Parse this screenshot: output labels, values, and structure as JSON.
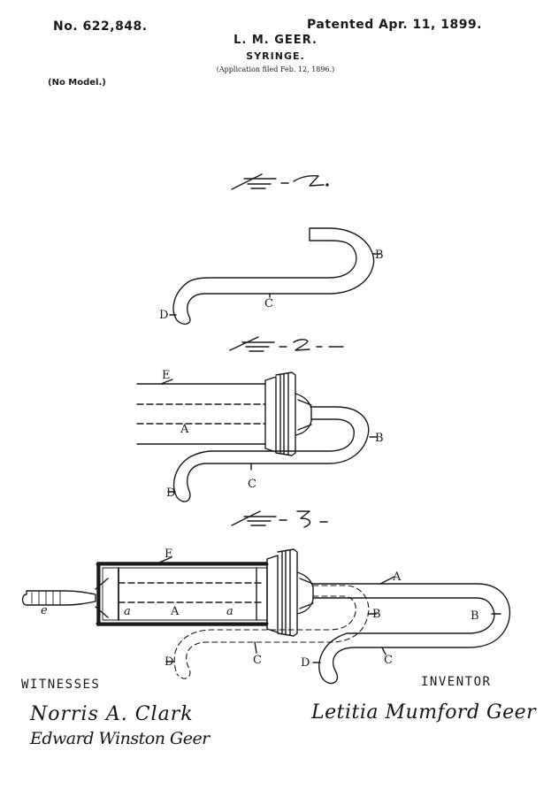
{
  "header": {
    "patent_number": "No. 622,848.",
    "patent_date": "Patented Apr. 11, 1899.",
    "inventor": "L. M. GEER.",
    "title": "SYRINGE.",
    "application": "(Application filed Feb. 12, 1896.)",
    "model": "(No Model.)"
  },
  "figures": {
    "fig1": {
      "label": "Fig. 1.",
      "refs": {
        "B": "B",
        "C": "C",
        "D": "D"
      }
    },
    "fig2": {
      "label": "Fig. 2.",
      "refs": {
        "E": "E",
        "A": "A",
        "B": "B",
        "C": "C",
        "D": "D"
      }
    },
    "fig3": {
      "label": "Fig. 3.",
      "refs": {
        "E": "E",
        "a1": "a",
        "A": "A",
        "a2": "a",
        "e": "e",
        "A_tube": "A",
        "B_dash": "B",
        "B": "B",
        "C_dash": "C",
        "C": "C",
        "D_dash": "D",
        "D": "D"
      }
    }
  },
  "signatures": {
    "witnesses_label": "WITNESSES",
    "inventor_label": "INVENTOR",
    "witness_1": "Norris A. Clark",
    "witness_2": "Edward Winston Geer",
    "inventor_signature": "Letitia Mumford Geer"
  },
  "colors": {
    "ink": "#1a1a1a",
    "paper": "#ffffff"
  }
}
